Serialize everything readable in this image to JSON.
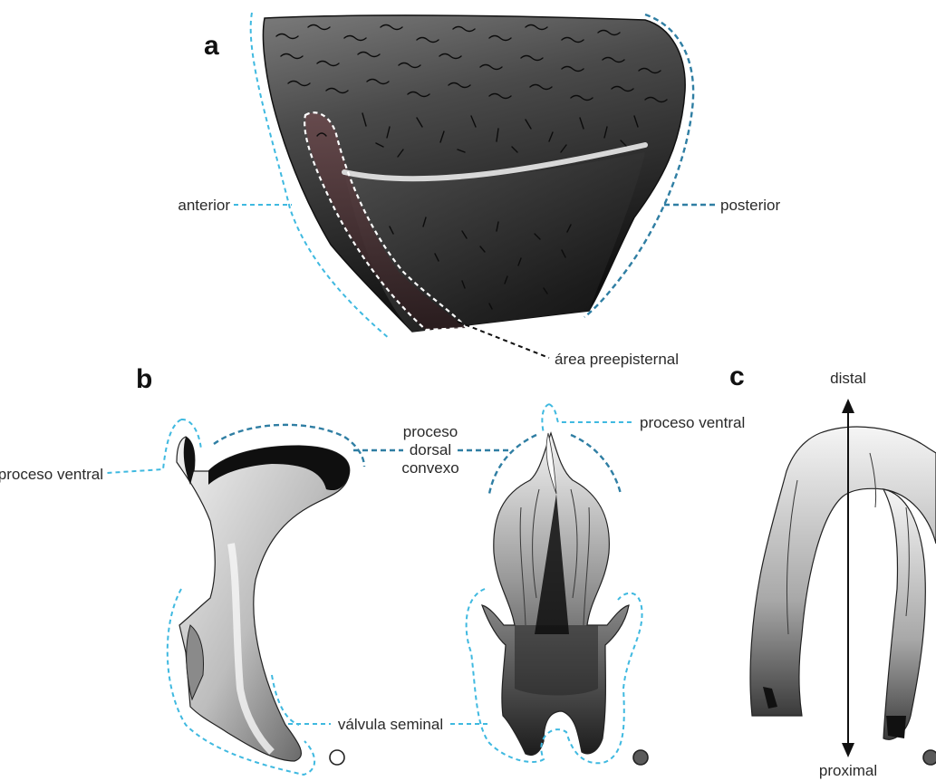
{
  "figure": {
    "panels": {
      "a": {
        "letter": "a",
        "labels": {
          "anterior": "anterior",
          "posterior": "posterior",
          "preepisternal": "área preepisternal"
        }
      },
      "b": {
        "letter": "b",
        "labels": {
          "ventral_left": "proceso ventral",
          "ventral_right": "proceso ventral",
          "dorsal_line1": "proceso",
          "dorsal_line2": "dorsal",
          "dorsal_line3": "convexo",
          "seminal": "válvula seminal"
        },
        "markers": {
          "left": "open-circle",
          "right": "filled-circle"
        }
      },
      "c": {
        "letter": "c",
        "labels": {
          "distal": "distal",
          "proximal": "proximal"
        },
        "markers": {
          "right": "filled-circle"
        }
      }
    },
    "colors": {
      "outline_light": "#3fb9e0",
      "outline_dark": "#2f7ea3",
      "specimen_dark": "#1a1a1a",
      "specimen_light": "#e8e8e8",
      "marker_fill": "#5a5a5a"
    }
  }
}
